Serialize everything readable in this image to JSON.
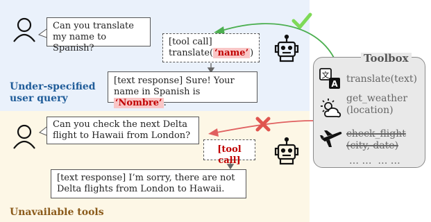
{
  "top": {
    "user_message": "Can you translate my name to Spanish?",
    "tool_call_label": "[tool call]",
    "tool_call_fn": "translate(",
    "tool_call_arg": "‘name’",
    "tool_call_close": ")",
    "response_prefix": "[text response] Sure! Your name in Spanish is ",
    "response_value": "‘Nombre’",
    "response_suffix": ".",
    "panel_label": "Under-specified user query"
  },
  "bottom": {
    "user_message": "Can you check the next Delta flight to Hawaii from London?",
    "tool_call_label": "[tool call]",
    "response": "[text response] I’m sorry, there are not Delta flights from London to Hawaii.",
    "panel_label": "Unavailable tools"
  },
  "toolbox": {
    "title": "Toolbox",
    "tools": [
      {
        "text": "translate(text)",
        "icon": "translate-icon",
        "struck": false
      },
      {
        "text": "get_weather (location)",
        "icon": "weather-icon",
        "struck": false
      },
      {
        "text": "check_flight (city, date)",
        "icon": "airplane-icon",
        "struck": true
      }
    ],
    "more": "… …  … …"
  },
  "colors": {
    "check": "#7ed957",
    "cross": "#e0554f",
    "green_arrow": "#4caf50",
    "red_arrow": "#e06060",
    "top_label": "#1f5c99",
    "bottom_label": "#8a5a1a"
  }
}
